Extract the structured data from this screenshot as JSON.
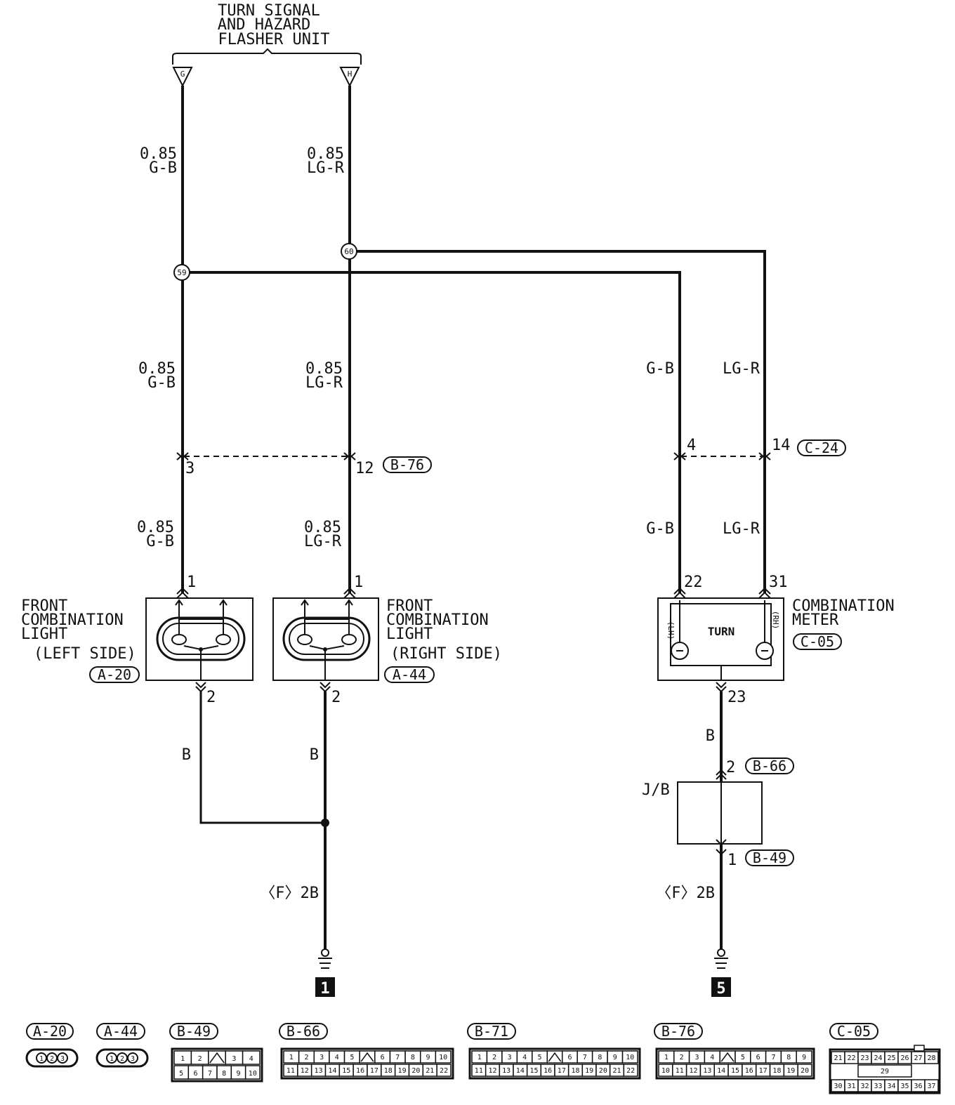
{
  "flasher_unit": {
    "line1": "TURN SIGNAL",
    "line2": "AND HAZARD",
    "line3": "FLASHER UNIT",
    "terminal_g": "G",
    "terminal_h": "H"
  },
  "splices": {
    "s59": "59",
    "s60": "60"
  },
  "wires": {
    "top_left": {
      "gauge": "0.85",
      "color": "G-B"
    },
    "top_right": {
      "gauge": "0.85",
      "color": "LG-R"
    },
    "mid_left": {
      "gauge": "0.85",
      "color": "G-B"
    },
    "mid_right": {
      "gauge": "0.85",
      "color": "LG-R"
    },
    "low_left": {
      "gauge": "0.85",
      "color": "G-B"
    },
    "low_right": {
      "gauge": "0.85",
      "color": "LG-R"
    },
    "meter_upper_left": "G-B",
    "meter_upper_right": "LG-R",
    "meter_lower_left": "G-B",
    "meter_lower_right": "LG-R",
    "ground_left_a": "B",
    "ground_left_b": "B",
    "ground_meter": "B",
    "ground_left_tag": "〈F〉2B",
    "ground_meter_tag": "〈F〉2B"
  },
  "connectors": {
    "b76": {
      "id": "B-76",
      "pin_left": "3",
      "pin_right": "12"
    },
    "c24": {
      "id": "C-24",
      "pin_left": "4",
      "pin_right": "14"
    },
    "b66": {
      "id": "B-66",
      "pin": "2"
    },
    "b49": {
      "id": "B-49",
      "pin": "1"
    },
    "jb": "J/B"
  },
  "left_light": {
    "line1": "FRONT",
    "line2": "COMBINATION",
    "line3": "LIGHT",
    "line4": "(LEFT SIDE)",
    "id": "A-20",
    "pin_in": "1",
    "pin_out": "2"
  },
  "right_light": {
    "line1": "FRONT",
    "line2": "COMBINATION",
    "line3": "LIGHT",
    "line4": "(RIGHT SIDE)",
    "id": "A-44",
    "pin_in": "1",
    "pin_out": "2"
  },
  "meter": {
    "line1": "COMBINATION",
    "line2": "METER",
    "id": "C-05",
    "inner": "TURN",
    "lh": "(LH)",
    "rh": "(RH)",
    "pin_lh": "22",
    "pin_rh": "31",
    "pin_gnd": "23"
  },
  "grounds": {
    "left": "1",
    "right": "5"
  },
  "legend": {
    "a20": {
      "label": "A-20",
      "pins": [
        "1",
        "2",
        "3"
      ]
    },
    "a44": {
      "label": "A-44",
      "pins": [
        "1",
        "2",
        "3"
      ]
    },
    "b49": {
      "label": "B-49",
      "row1": [
        "1",
        "2",
        "",
        "3",
        "4"
      ],
      "row2": [
        "5",
        "6",
        "7",
        "8",
        "9",
        "10"
      ]
    },
    "b66": {
      "label": "B-66",
      "row1": [
        "1",
        "2",
        "3",
        "4",
        "5",
        "",
        "6",
        "7",
        "8",
        "9",
        "10"
      ],
      "row2": [
        "11",
        "12",
        "13",
        "14",
        "15",
        "16",
        "17",
        "18",
        "19",
        "20",
        "21",
        "22"
      ]
    },
    "b71": {
      "label": "B-71",
      "row1": [
        "1",
        "2",
        "3",
        "4",
        "5",
        "",
        "6",
        "7",
        "8",
        "9",
        "10"
      ],
      "row2": [
        "11",
        "12",
        "13",
        "14",
        "15",
        "16",
        "17",
        "18",
        "19",
        "20",
        "21",
        "22"
      ]
    },
    "b76": {
      "label": "B-76",
      "row1": [
        "1",
        "2",
        "3",
        "4",
        "",
        "5",
        "6",
        "7",
        "8",
        "9"
      ],
      "row2": [
        "10",
        "11",
        "12",
        "13",
        "14",
        "15",
        "16",
        "17",
        "18",
        "19",
        "20"
      ]
    },
    "c05": {
      "label": "C-05",
      "row1": [
        "21",
        "22",
        "23",
        "24",
        "25",
        "26",
        "27",
        "28"
      ],
      "mid": "29",
      "row2": [
        "30",
        "31",
        "32",
        "33",
        "34",
        "35",
        "36",
        "37"
      ]
    }
  }
}
